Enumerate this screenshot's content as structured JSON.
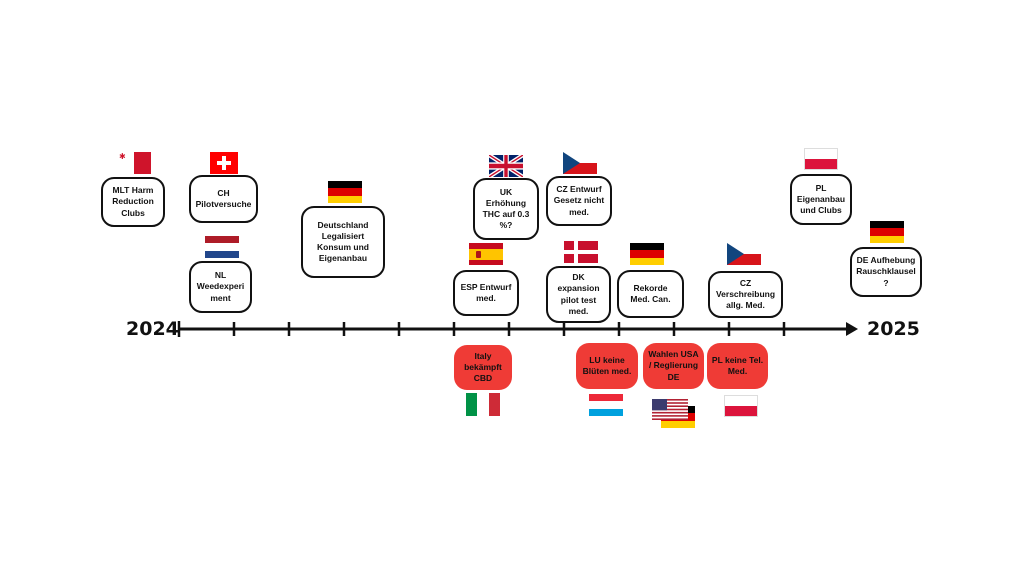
{
  "timeline": {
    "start_year": "2024",
    "end_year": "2025"
  },
  "events_above": [
    {
      "id": "mlt",
      "label": "MLT Harm\nReduction\nClubs"
    },
    {
      "id": "ch",
      "label": "CH\nPilotversuche"
    },
    {
      "id": "nl",
      "label": "NL\nWeedexperi\nment"
    },
    {
      "id": "de-legal",
      "label": "Deutschland\nLegalisiert\nKonsum und\nEigenanbau"
    },
    {
      "id": "uk",
      "label": "UK\nErhöhung\nTHC auf 0.3\n%?"
    },
    {
      "id": "esp",
      "label": "ESP Entwurf\nmed."
    },
    {
      "id": "cz-draft",
      "label": "CZ Entwurf\nGesetz nicht\nmed."
    },
    {
      "id": "dk",
      "label": "DK\nexpansion\npilot test\nmed."
    },
    {
      "id": "de-records",
      "label": "Rekorde\nMed. Can."
    },
    {
      "id": "cz-presc",
      "label": "CZ\nVerschreibung\nallg. Med."
    },
    {
      "id": "pl-grow",
      "label": "PL\nEigenanbau\nund Clubs"
    },
    {
      "id": "de-rausch",
      "label": "DE Aufhebung\nRauschklausel\n?"
    }
  ],
  "events_below": [
    {
      "id": "it",
      "label": "Italy\nbekämpft\nCBD"
    },
    {
      "id": "lu",
      "label": "LU keine\nBlüten med."
    },
    {
      "id": "usde",
      "label": "Wahlen USA\n/ Reglierung\nDE"
    },
    {
      "id": "pl-tele",
      "label": "PL keine Tel.\nMed."
    }
  ],
  "colors": {
    "axis": "#111111",
    "red_box": "#ef3b36",
    "box_border": "#111111"
  },
  "flags": [
    "malta-flag",
    "switzerland-flag",
    "netherlands-flag",
    "germany-flag",
    "uk-flag",
    "spain-flag",
    "czech-flag",
    "denmark-flag",
    "poland-flag",
    "italy-flag",
    "luxembourg-flag",
    "usa-flag"
  ]
}
